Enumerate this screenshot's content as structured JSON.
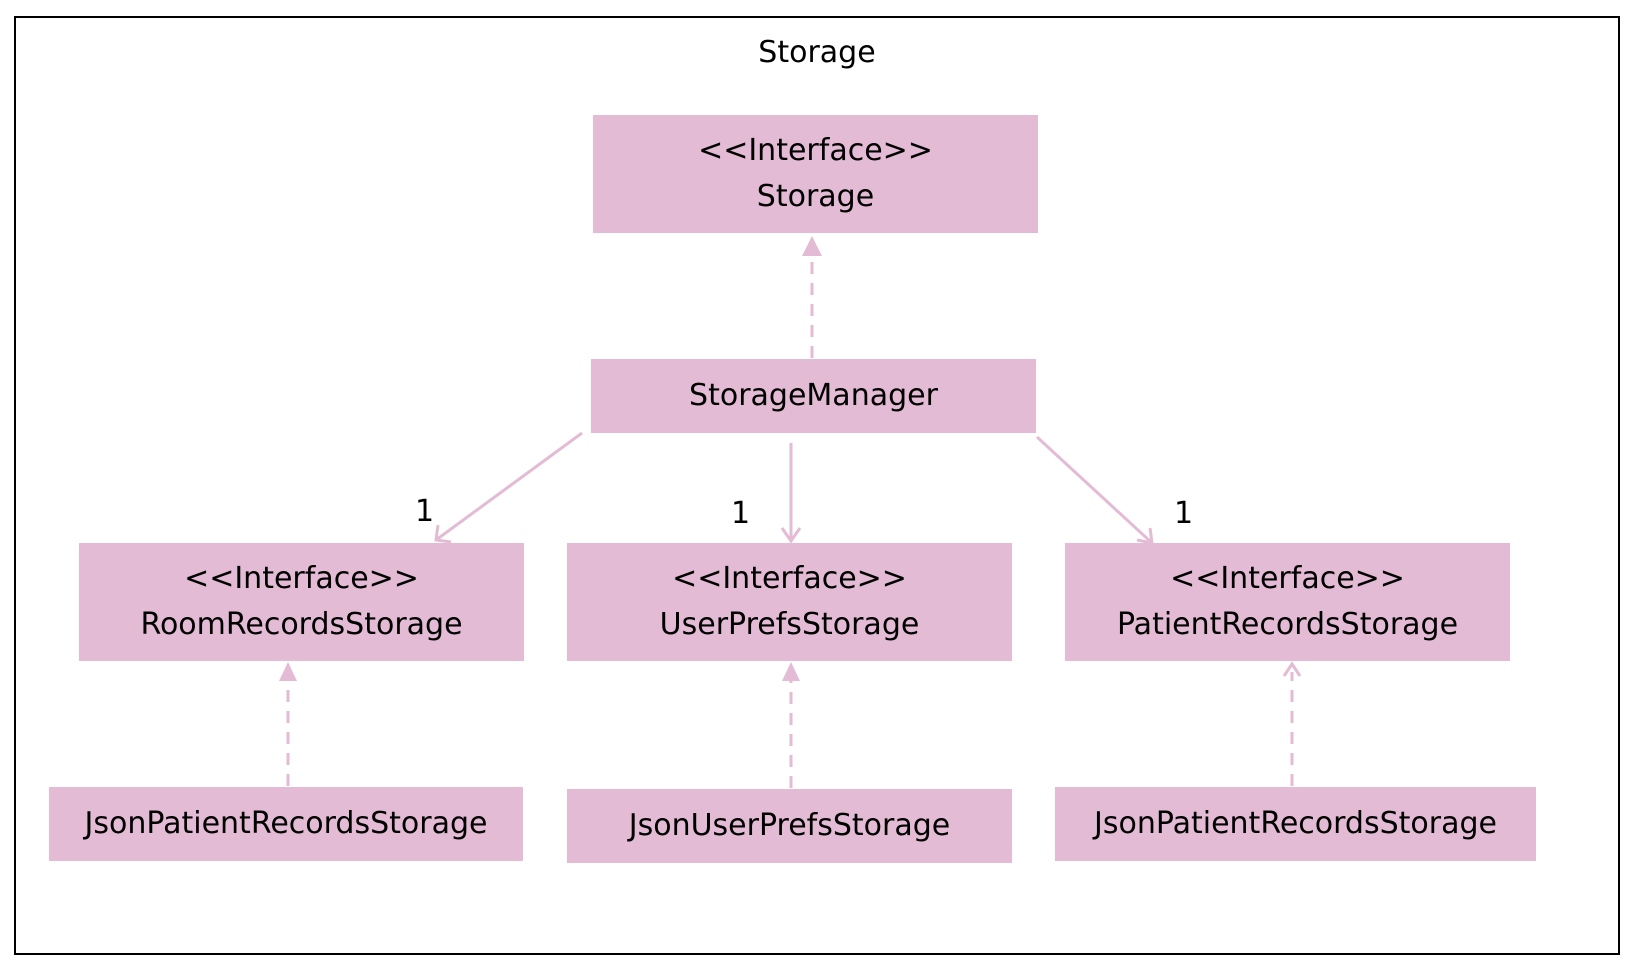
{
  "diagram": {
    "package_title": "Storage",
    "colors": {
      "box_fill": "#e3bbd4",
      "connector": "#e3bbd4",
      "text": "#000000",
      "frame": "#000000"
    },
    "storage_interface": {
      "stereotype": "<<Interface>>",
      "name": "Storage"
    },
    "storage_manager": {
      "name": "StorageManager"
    },
    "room_records_interface": {
      "stereotype": "<<Interface>>",
      "name": "RoomRecordsStorage",
      "multiplicity": "1"
    },
    "user_prefs_interface": {
      "stereotype": "<<Interface>>",
      "name": "UserPrefsStorage",
      "multiplicity": "1"
    },
    "patient_records_interface": {
      "stereotype": "<<Interface>>",
      "name": "PatientRecordsStorage",
      "multiplicity": "1"
    },
    "json_room_impl": {
      "name": "JsonPatientRecordsStorage"
    },
    "json_user_prefs_impl": {
      "name": "JsonUserPrefsStorage"
    },
    "json_patient_impl": {
      "name": "JsonPatientRecordsStorage"
    }
  }
}
